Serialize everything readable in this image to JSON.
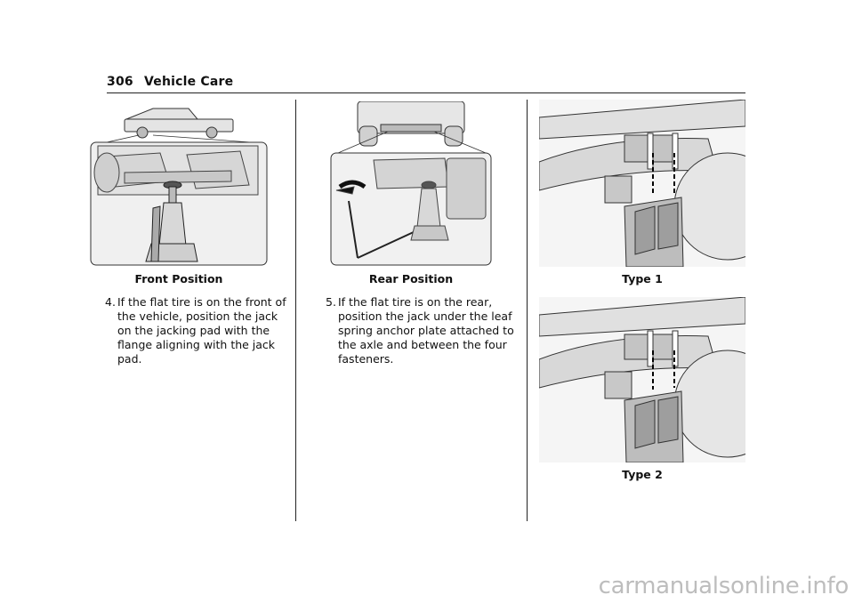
{
  "header": {
    "page_number": "306",
    "section_title": "Vehicle Care"
  },
  "figures": {
    "front": {
      "caption": "Front Position"
    },
    "rear": {
      "caption": "Rear Position"
    },
    "type1": {
      "caption": "Type 1"
    },
    "type2": {
      "caption": "Type 2"
    }
  },
  "steps": [
    {
      "number": "4.",
      "text": "If the flat tire is on the front of the vehicle, position the jack on the jacking pad with the flange aligning with the jack pad."
    },
    {
      "number": "5.",
      "text": "If the flat tire is on the rear, position the jack under the leaf spring anchor plate attached to the axle and between the four fasteners."
    }
  ],
  "watermark": "carmanualsonline.info"
}
